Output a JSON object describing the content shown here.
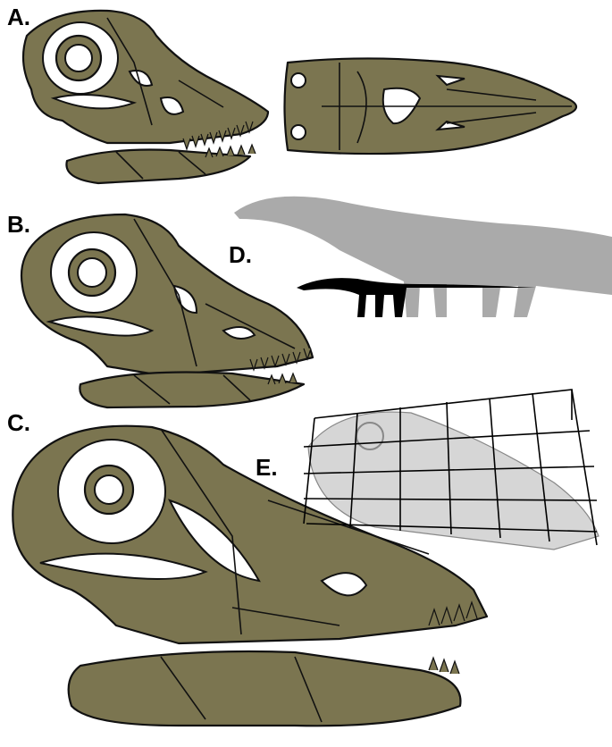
{
  "panels": [
    {
      "id": "A",
      "label": "A."
    },
    {
      "id": "B",
      "label": "B."
    },
    {
      "id": "C",
      "label": "C."
    },
    {
      "id": "D",
      "label": "D."
    },
    {
      "id": "E",
      "label": "E."
    }
  ],
  "colors": {
    "bone": "#7b7550",
    "outline": "#111111",
    "adult_silhouette": "#aaaaaa",
    "juvenile_silhouette": "#000000",
    "grid_overlay_fill": "#d6d6d6"
  }
}
